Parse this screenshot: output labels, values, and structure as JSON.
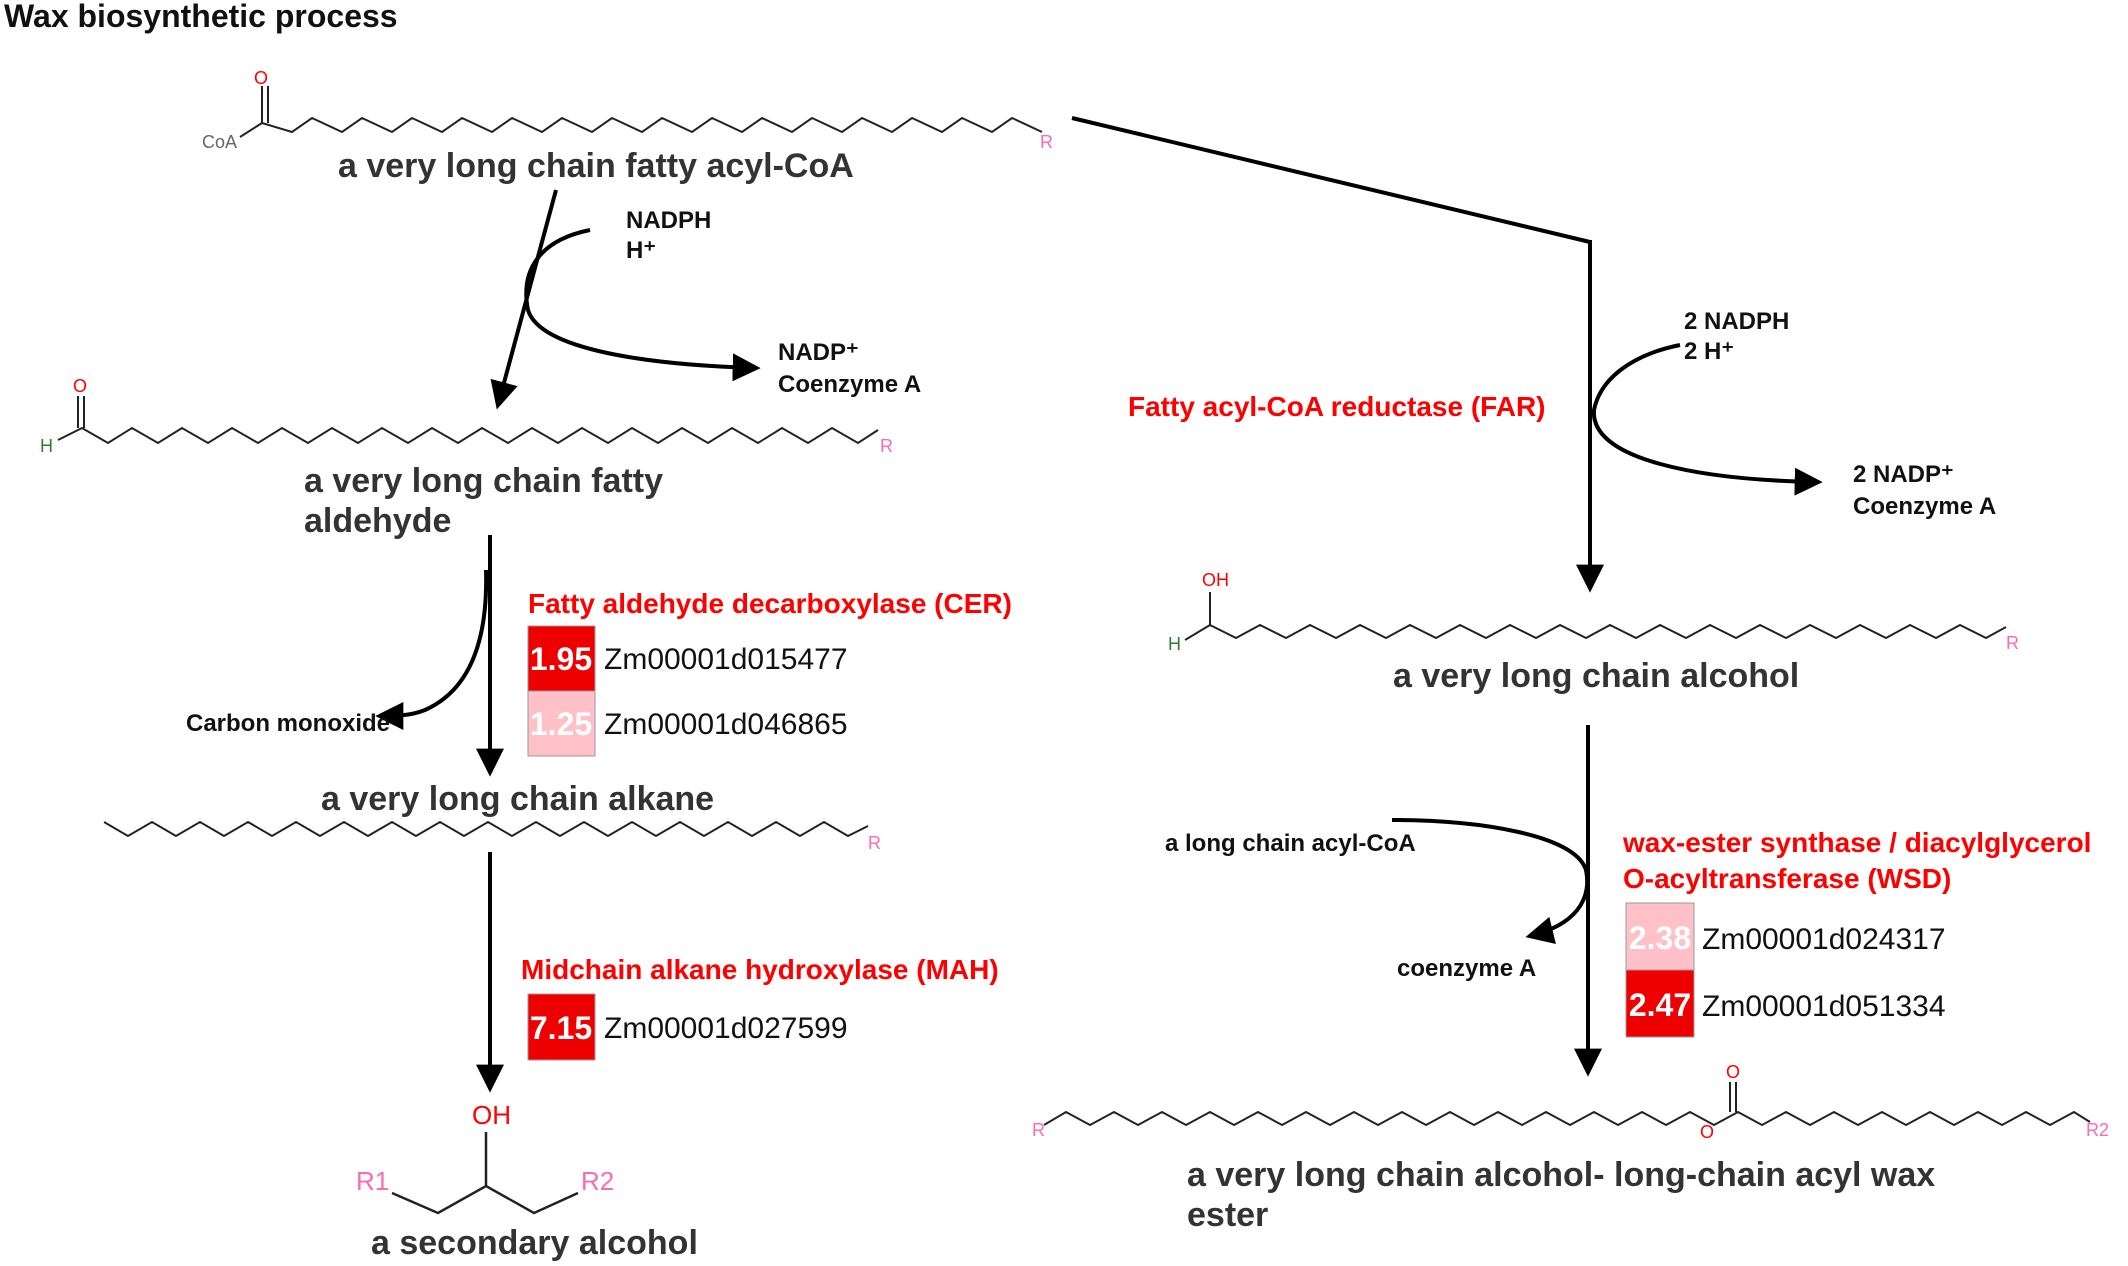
{
  "title": "Wax biosynthetic process",
  "colors": {
    "enzyme_text": "#ff0000",
    "high_value_box": "#ee0000",
    "low_value_box": "#ffc0c8",
    "r_group": "#ff69b4",
    "oxygen": "#ff0000",
    "hydrogen": "#2e7d32"
  },
  "atoms": {
    "coa": "CoA",
    "o": "O",
    "oh": "OH",
    "h": "H",
    "r": "R",
    "r1": "R1",
    "r2": "R2"
  },
  "molecules": {
    "acyl_coa": "a very long chain fatty acyl-CoA",
    "aldehyde_line1": "a very long chain fatty",
    "aldehyde_line2": "aldehyde",
    "alkane": "a very long chain alkane",
    "secondary_alcohol": "a secondary alcohol",
    "alcohol": "a very long chain alcohol",
    "wax_ester_line1": "a very long chain alcohol- long-chain acyl wax",
    "wax_ester_line2": "ester"
  },
  "cofactors": {
    "nadph": "NADPH",
    "h_plus": "H⁺",
    "nadp_plus": "NADP⁺",
    "coenzyme_a": "Coenzyme A",
    "two_nadph": "2 NADPH",
    "two_h_plus": "2 H⁺",
    "two_nadp_plus": "2 NADP⁺",
    "carbon_monoxide": "Carbon monoxide",
    "long_chain_acyl_coa": "a long chain acyl-CoA",
    "coenzyme_a_lower": "coenzyme A"
  },
  "enzymes": {
    "cer": {
      "name": "Fatty aldehyde decarboxylase (CER)",
      "genes": [
        {
          "value": "1.95",
          "id": "Zm00001d015477",
          "level": "high"
        },
        {
          "value": "1.25",
          "id": "Zm00001d046865",
          "level": "low"
        }
      ]
    },
    "mah": {
      "name": "Midchain alkane hydroxylase (MAH)",
      "genes": [
        {
          "value": "7.15",
          "id": "Zm00001d027599",
          "level": "high"
        }
      ]
    },
    "far": {
      "name": "Fatty acyl-CoA reductase (FAR)",
      "genes": []
    },
    "wsd": {
      "name_line1": "wax-ester synthase / diacylglycerol",
      "name_line2": "O-acyltransferase (WSD)",
      "genes": [
        {
          "value": "2.38",
          "id": "Zm00001d024317",
          "level": "low"
        },
        {
          "value": "2.47",
          "id": "Zm00001d051334",
          "level": "high"
        }
      ]
    }
  }
}
